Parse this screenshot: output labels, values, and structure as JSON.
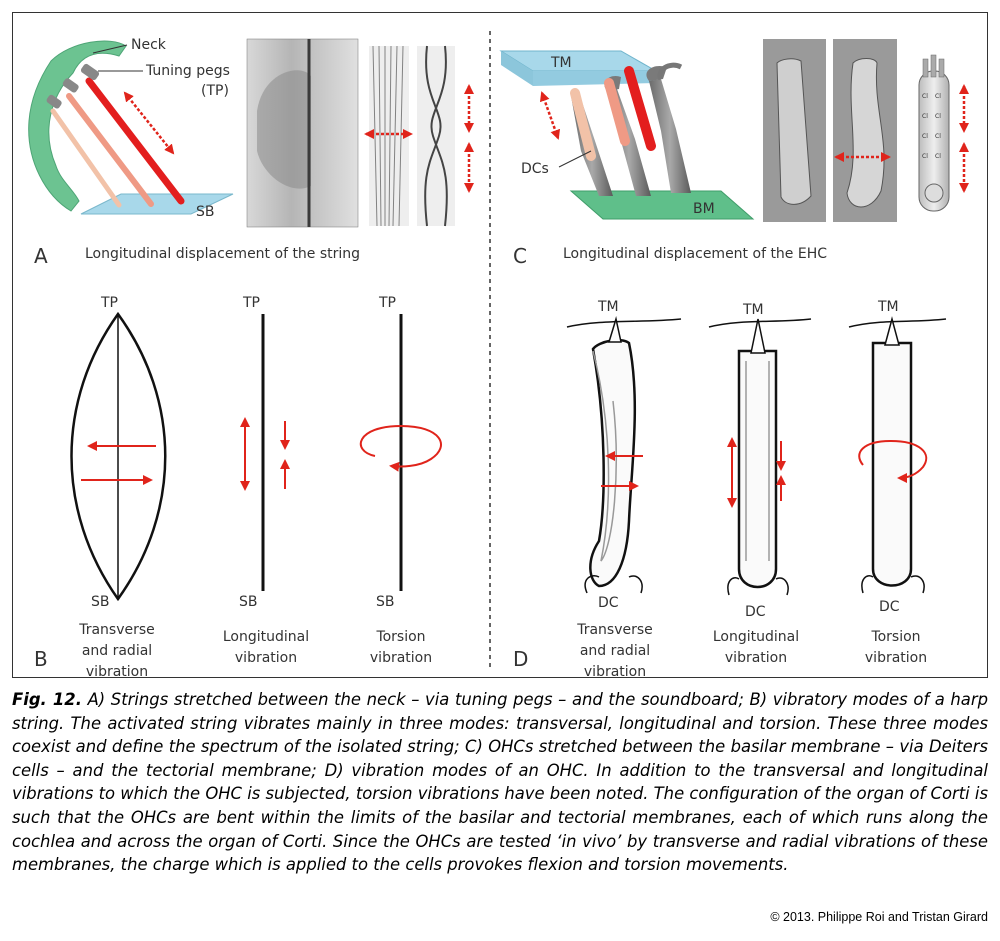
{
  "panel_a": {
    "letter": "A",
    "caption": "Longitudinal displacement of the string",
    "labels": {
      "neck": "Neck",
      "tuning_pegs": "Tuning pegs",
      "tp": "(TP)",
      "sb": "SB"
    }
  },
  "panel_b": {
    "letter": "B",
    "modes": [
      {
        "top": "TP",
        "bottom": "SB",
        "label_lines": [
          "Transverse",
          "and radial",
          "vibration"
        ]
      },
      {
        "top": "TP",
        "bottom": "SB",
        "label_lines": [
          "Longitudinal",
          "vibration"
        ]
      },
      {
        "top": "TP",
        "bottom": "SB",
        "label_lines": [
          "Torsion",
          "vibration"
        ]
      }
    ]
  },
  "panel_c": {
    "letter": "C",
    "caption": "Longitudinal displacement of the EHC",
    "labels": {
      "tm": "TM",
      "dcs": "DCs",
      "bm": "BM"
    },
    "ion_labels": [
      "Cl",
      "Cl",
      "Cl",
      "Cl",
      "Cl",
      "Cl",
      "Cl",
      "Cl"
    ]
  },
  "panel_d": {
    "letter": "D",
    "modes": [
      {
        "top": "TM",
        "bottom": "DC",
        "label_lines": [
          "Transverse",
          "and radial",
          "vibration"
        ]
      },
      {
        "top": "TM",
        "bottom": "DC",
        "label_lines": [
          "Longitudinal",
          "vibration"
        ]
      },
      {
        "top": "TM",
        "bottom": "DC",
        "label_lines": [
          "Torsion",
          "vibration"
        ]
      }
    ]
  },
  "caption": {
    "fig_label": "Fig. 12.",
    "text": "A) Strings stretched between the neck – via tuning pegs – and the soundboard; B) vibratory modes of a harp string. The activated string vibrates mainly in three modes: transversal, longitudinal and torsion. These three modes coexist and define the spectrum of the isolated string; C) OHCs stretched between the basilar membrane – via Deiters cells – and the tectorial membrane; D) vibration modes of an OHC. In addition to the transversal and longitudinal vibrations to which the OHC is subjected, torsion vibrations have been noted. The configuration of the organ of Corti is such that the OHCs are bent within the limits of the basilar and tectorial membranes, each of which runs along the cochlea and across the organ of Corti. Since the OHCs are tested ‘in vivo’ by transverse and radial vibrations of these membranes, the charge which is applied to the cells provokes flexion and torsion movements."
  },
  "copyright": "© 2013. Philippe Roi and Tristan Girard",
  "colors": {
    "arrow_red": "#e0241b",
    "neck_green": "#6cc391",
    "board_blue": "#a8d8ea",
    "membrane_green": "#5fbf8a",
    "string_red": "#e31e1e",
    "string_salmon": "#ef9a85",
    "string_pale": "#f2c2a8"
  }
}
